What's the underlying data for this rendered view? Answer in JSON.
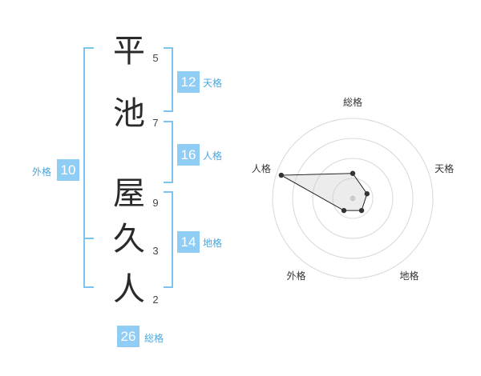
{
  "name": {
    "chars": [
      {
        "char": "平",
        "strokes": "5"
      },
      {
        "char": "池",
        "strokes": "7"
      },
      {
        "char": "屋",
        "strokes": "9"
      },
      {
        "char": "久",
        "strokes": "3"
      },
      {
        "char": "人",
        "strokes": "2"
      }
    ]
  },
  "kakusu": {
    "tenkaku": {
      "value": "12",
      "label": "天格"
    },
    "jinkaku": {
      "value": "16",
      "label": "人格"
    },
    "chikaku": {
      "value": "14",
      "label": "地格"
    },
    "gaikaku": {
      "value": "10",
      "label": "外格"
    },
    "soukaku": {
      "value": "26",
      "label": "総格"
    }
  },
  "colors": {
    "accent": "#8fcdf5",
    "bracket": "#7cc3ef",
    "label": "#4aa6dc"
  },
  "radar": {
    "axes": [
      "総格",
      "天格",
      "地格",
      "外格",
      "人格"
    ],
    "rings": 4,
    "values": [
      1.25,
      0.75,
      0.75,
      0.75,
      3.75
    ],
    "max": 4
  }
}
